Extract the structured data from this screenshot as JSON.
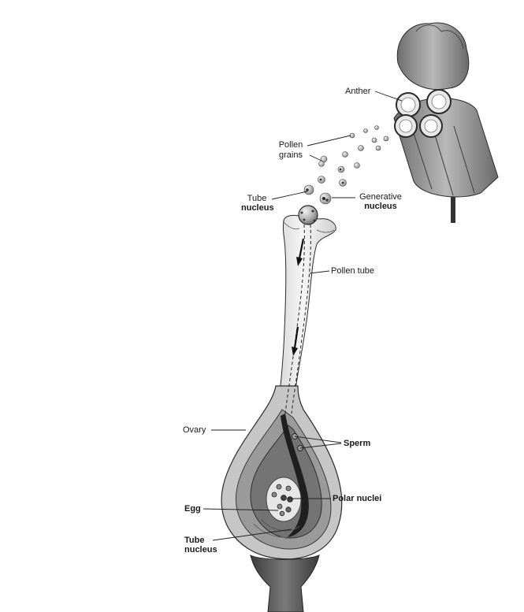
{
  "labels": {
    "anther": "Anther",
    "pollen_grains_1": "Pollen",
    "pollen_grains_2": "grains",
    "tube_nucleus_top_1": "Tube",
    "tube_nucleus_top_2": "nucleus",
    "generative_1": "Generative",
    "generative_2": "nucleus",
    "pollen_tube": "Pollen tube",
    "ovary": "Ovary",
    "sperm": "Sperm",
    "egg": "Egg",
    "polar_nuclei": "Polar nuclei",
    "tube_nucleus_bottom_1": "Tube",
    "tube_nucleus_bottom_2": "nucleus"
  },
  "colors": {
    "outline": "#2b2b2b",
    "style_fill": "#ececec",
    "ovary_outer": "#b5b5b5",
    "ovary_mid": "#8e8e8e",
    "ovule": "#6c6c6c",
    "embryo_sac": "#e8e8e8",
    "stalk": "#5a5a5a",
    "anther_fill": "#9a9a9a"
  }
}
